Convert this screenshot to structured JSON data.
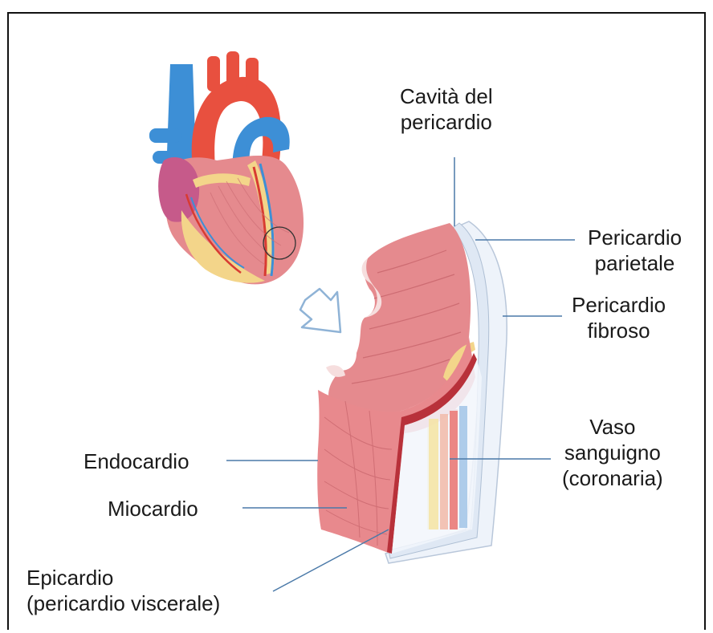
{
  "labels": {
    "pericardial_cavity": [
      "Cavità del",
      "pericardio"
    ],
    "parietal_pericardium": [
      "Pericardio",
      "parietale"
    ],
    "fibrous_pericardium": [
      "Pericardio",
      "fibroso"
    ],
    "blood_vessel": [
      "Vaso",
      "sanguigno",
      "(coronaria)"
    ],
    "endocardium": "Endocardio",
    "myocardium": "Miocardio",
    "epicardium": [
      "Epicardio",
      "(pericardio viscerale)"
    ]
  },
  "colors": {
    "leader_line": "#4a79a8",
    "muscle": "#e58a8e",
    "muscle_dark": "#c8656c",
    "aorta": "#e8503f",
    "vein": "#3d8fd6",
    "fat": "#f3d58a",
    "pericardium": "#e7eef7",
    "arrow": "#a9c6e0"
  },
  "icons": [
    "heart-illustration",
    "zoom-arrow-icon",
    "heart-wall-section-illustration"
  ]
}
